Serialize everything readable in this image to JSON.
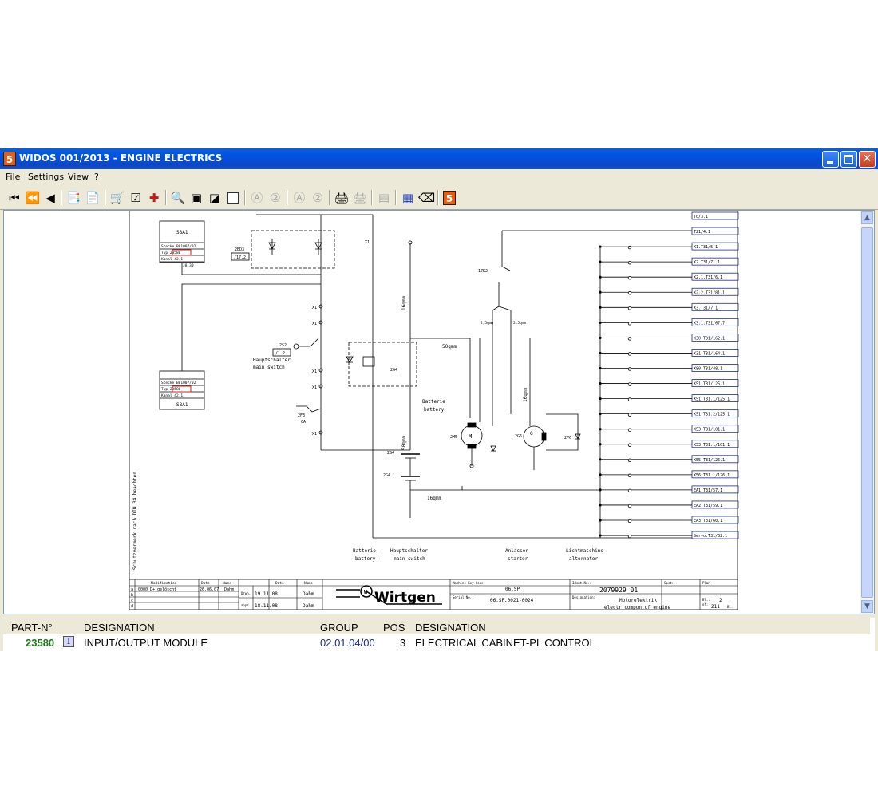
{
  "window": {
    "title": "WIDOS 001/2013 - ENGINE ELECTRICS",
    "app_icon": "5"
  },
  "menu": [
    "File",
    "Settings",
    "View",
    "?"
  ],
  "toolbar_icons": [
    "first-page-icon",
    "fast-back-icon",
    "prev-icon",
    "doc-back-icon",
    "doc-forward-icon",
    "cart-icon",
    "checklist-icon",
    "add-red-cross-icon",
    "zoom-in-icon",
    "page-icon",
    "page-fit-icon",
    "frame-icon",
    "a-circle-icon",
    "two-circle-icon",
    "a-circle-alt-icon",
    "two-circle-alt-icon",
    "print-icon",
    "print-disabled-icon",
    "stack-icon",
    "grid-icon",
    "eraser-icon",
    "widos-icon"
  ],
  "drawing": {
    "left_box_top": {
      "title": "S8A1",
      "rows": [
        "Stecke B01007/02",
        "Typ 23580",
        "Kanal 42.1"
      ],
      "pins": "J8  30"
    },
    "left_box_bottom": {
      "title": "S8A1",
      "rows": [
        "Stecke B01007/02",
        "Typ 23580",
        "Kanal 42.1"
      ]
    },
    "ref_2bd3": "2BD3",
    "ref_2bd3_page": "/17.2",
    "switch_2s2": "2S2",
    "switch_2s2_ref": "/1.2",
    "main_switch_de": "Hauptschalter",
    "main_switch_en": "main switch",
    "fuse": "2F3",
    "fuse_rating": "6A",
    "x1_labels": [
      "X1",
      "X1",
      "X1",
      "X1",
      "X1",
      "X1"
    ],
    "relay": "2G4",
    "relay_k": "17K2",
    "battery_de": "Batterie",
    "battery_en": "battery",
    "wire_16": "16qmm",
    "wire_50": "50qmm",
    "wire_2_5": "2,5qmm",
    "starter_motor": "2M5",
    "alternator": "2G6",
    "diode": "2V6",
    "battery1": "2G4",
    "battery2": "2G4.1",
    "bottom_labels": [
      {
        "de": "Batterie -",
        "en": "battery -"
      },
      {
        "de": "Hauptschalter",
        "en": "main switch"
      },
      {
        "de": "Anlasser",
        "en": "starter"
      },
      {
        "de": "Lichtmaschine",
        "en": "alternator"
      }
    ],
    "side_note": "Schutzvermerk nach DIN 34 beachten",
    "right_refs": [
      "T0/3.1",
      "T21/4.1",
      "X1.T31/5.1",
      "X2.T31/71.1",
      "X2.1.T31/6.1",
      "X2.2.T31/81.1",
      "X3.T31/7.1",
      "X3.1.T31/67.7",
      "X30.T31/162.1",
      "X31.T31/164.1",
      "X80.T31/48.1",
      "X51.T31/125.1",
      "X51.T31.1/125.1",
      "X51.T31.2/125.1",
      "X53.T31/101.1",
      "X53.T31.1/101.1",
      "X55.T31/126.1",
      "X56.T31.1/126.1",
      "EA1.T31/57.1",
      "EA2.T31/59.1",
      "EA3.T31/60.1",
      "Servo.T31/62.1"
    ],
    "title_block": {
      "mod_header": [
        "Modification",
        "Date",
        "Name"
      ],
      "mod_row": [
        "0000  D+ gelöscht",
        "26.06.07",
        "Dahm"
      ],
      "row_letters": [
        "a",
        "b",
        "c",
        "d"
      ],
      "drawn_label": "Drwn.",
      "drawn_date": "19.11.08",
      "drawn_name": "Dahm",
      "appr_label": "appr.",
      "appr_date": "18.11.08",
      "appr_name": "Dahm",
      "date_label": "Date",
      "name_label": "Name",
      "brand": "Wirtgen",
      "machine_key_label": "Machine Key Code:",
      "machine_key": "06.SP",
      "serial_label": "Serial-No.:",
      "serial": "06.SP.0021-0024",
      "ident_label": "Ident-No.:",
      "ident": "2079929_01",
      "designation_label": "Designation:",
      "designation_de": "Motorelektrik",
      "designation_en": "electr.compon.of engine",
      "spst_label": "Spst:",
      "plan_label": "Plan",
      "bl_label": "Bl.:",
      "bl": "2",
      "of_label": "of:",
      "of": "211",
      "bl2_label": "Bl."
    }
  },
  "parts_table": {
    "headers": [
      "PART-N°",
      "DESIGNATION",
      "GROUP",
      "POS",
      "DESIGNATION"
    ],
    "row": {
      "part_no": "23580",
      "info": "I",
      "designation": "INPUT/OUTPUT MODULE",
      "group": "02.01.04/00",
      "pos": "3",
      "designation2": "ELECTRICAL CABINET-PL CONTROL"
    }
  },
  "colors": {
    "titlebar": "#0054e3",
    "part_no": "#1a7a1a",
    "group": "#1e2a8a",
    "window_bg": "#ece9d8"
  }
}
